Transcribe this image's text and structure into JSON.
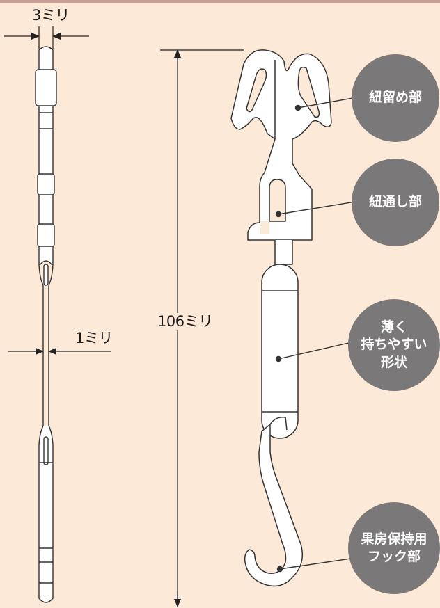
{
  "dimensions": {
    "thickness_3": "3ミリ",
    "thickness_1": "1ミリ",
    "length": "106ミリ"
  },
  "callouts": [
    {
      "id": "tie",
      "label": "紐留め部"
    },
    {
      "id": "thread",
      "label": "紐通し部"
    },
    {
      "id": "grip",
      "label": "薄く\n持ちやすい\n形状"
    },
    {
      "id": "hook",
      "label": "果房保持用\nフック部"
    }
  ],
  "colors": {
    "background": "#fce9d8",
    "band": "#c9a096",
    "circle": "#7b7879",
    "line": "#333333"
  }
}
